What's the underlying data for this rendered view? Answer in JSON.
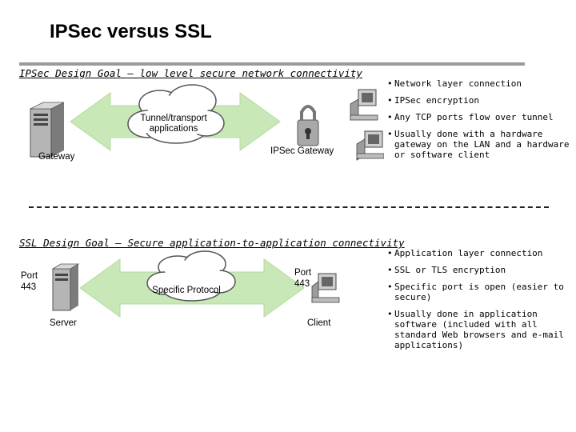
{
  "title": "IPSec versus SSL",
  "ipsec": {
    "goal": "IPSec Design Goal – low level secure network connectivity",
    "cloud_label": "Tunnel/transport applications",
    "left_device_label": "Gateway",
    "right_device_label": "IPSec Gateway",
    "bullets": [
      "Network layer connection",
      "IPSec encryption",
      "Any TCP ports flow over tunnel",
      "Usually done with a hardware gateway on the LAN and a hardware or software client"
    ]
  },
  "ssl": {
    "goal": "SSL Design Goal – Secure application-to-application connectivity",
    "cloud_label": "Specific Protocol",
    "left_port_label": "Port 443",
    "right_port_label": "Port 443",
    "left_device_label": "Server",
    "right_device_label": "Client",
    "bullets": [
      "Application layer connection",
      "SSL or TLS encryption",
      "Specific port is open (easier to secure)",
      "Usually done in application software (included with all standard Web browsers and e-mail applications)"
    ]
  },
  "colors": {
    "arrow": "#c9e8b7",
    "arrow_stroke": "#b5d8a0",
    "cloud_stroke": "#555555",
    "rule": "#9a9a9a"
  },
  "icons": [
    "server-tower-icon",
    "lock-icon",
    "desktop-computer-icon",
    "cloud-icon",
    "double-arrow-icon"
  ]
}
